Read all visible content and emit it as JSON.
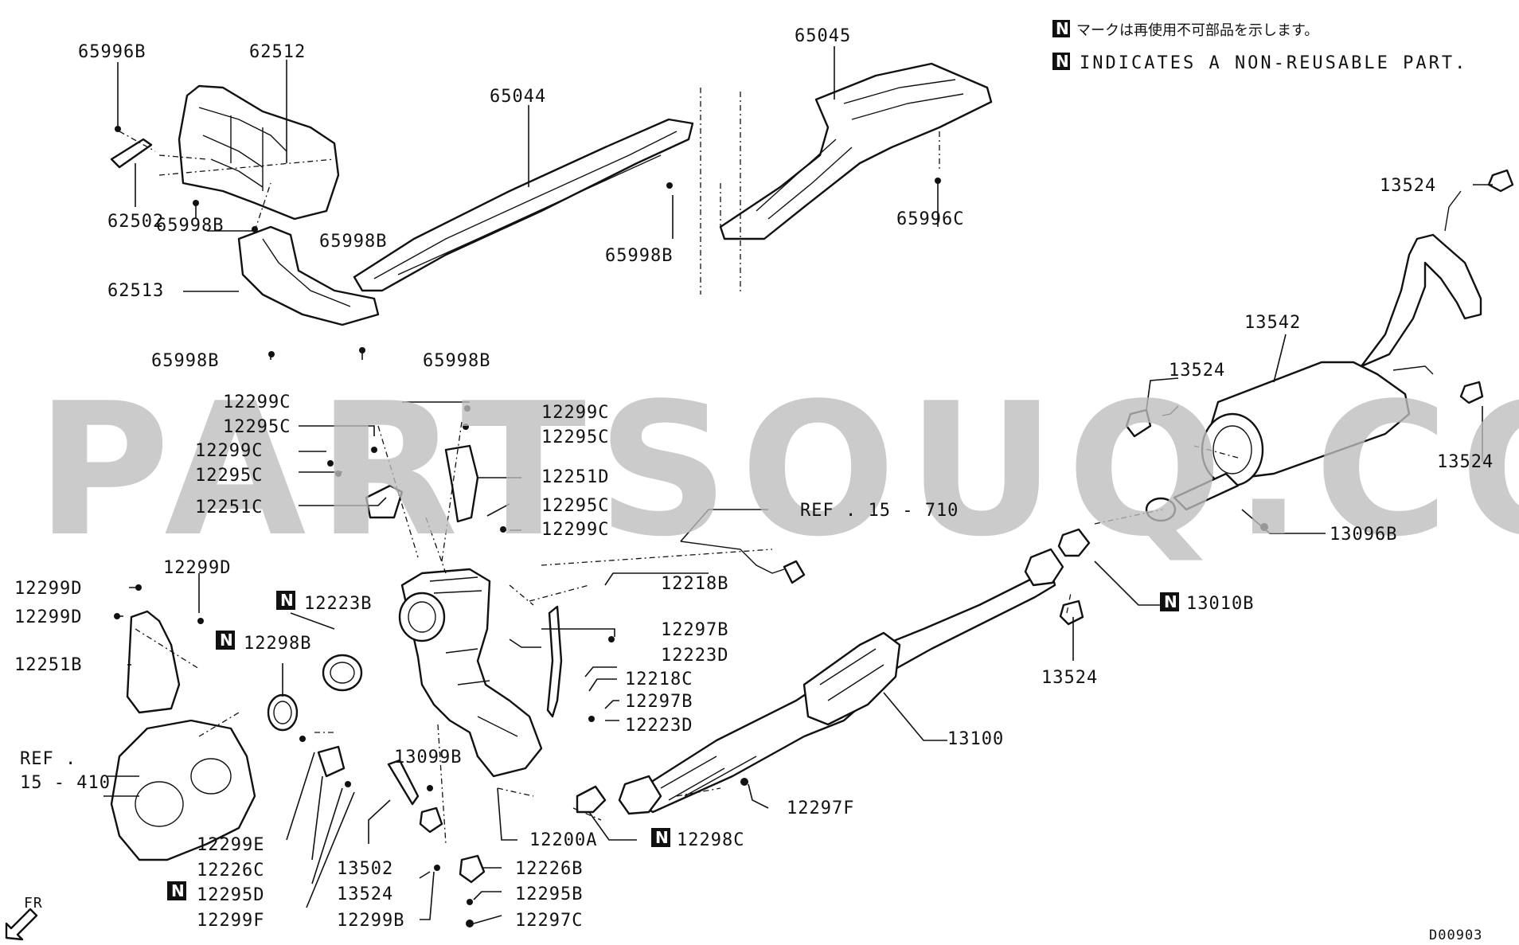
{
  "legend": {
    "symbol": "N",
    "jp_text": "マークは再使用不可部品を示します。",
    "en_text": "INDICATES A NON-REUSABLE PART."
  },
  "watermark": "PARTSOUQ.COM",
  "diagram_code": "D00903",
  "direction": "FR",
  "labels": {
    "l65996B": "65996B",
    "l62512": "62512",
    "l62502": "62502",
    "l65998B_1": "65998B",
    "l65998B_2": "65998B",
    "l62513": "62513",
    "l65998B_3": "65998B",
    "l65998B_4": "65998B",
    "l65044": "65044",
    "l65998B_5": "65998B",
    "l65045": "65045",
    "l65996C": "65996C",
    "l13524_1": "13524",
    "l13542": "13542",
    "l13524_2": "13524",
    "l13524_3": "13524",
    "l13096B": "13096B",
    "l13010B": "13010B",
    "l13524_4": "13524",
    "l13100": "13100",
    "l12297F": "12297F",
    "l12298C": "12298C",
    "l12200A": "12200A",
    "l12299C_1": "12299C",
    "l12295C_1": "12295C",
    "l12299C_2": "12299C",
    "l12295C_2": "12295C",
    "l12251C": "12251C",
    "l12299C_3": "12299C",
    "l12295C_3": "12295C",
    "l12251D": "12251D",
    "l12295C_4": "12295C",
    "l12299C_4": "12299C",
    "lREF15710": "REF . 15 - 710",
    "l12218B": "12218B",
    "l12297B_1": "12297B",
    "l12223D_1": "12223D",
    "l12218C": "12218C",
    "l12297B_2": "12297B",
    "l12223D_2": "12223D",
    "l12223B": "12223B",
    "l12298B": "12298B",
    "l12299D_1": "12299D",
    "l12299D_2": "12299D",
    "l12299D_3": "12299D",
    "l12251B": "12251B",
    "lREF_a": "REF .",
    "lREF_b": "15 - 410",
    "l13099B": "13099B",
    "l12299E": "12299E",
    "l12226C": "12226C",
    "l12295D": "12295D",
    "l12299F": "12299F",
    "l13502": "13502",
    "l13524_5": "13524",
    "l12299B": "12299B",
    "l12226B": "12226B",
    "l12295B": "12295B",
    "l12297C": "12297C"
  }
}
